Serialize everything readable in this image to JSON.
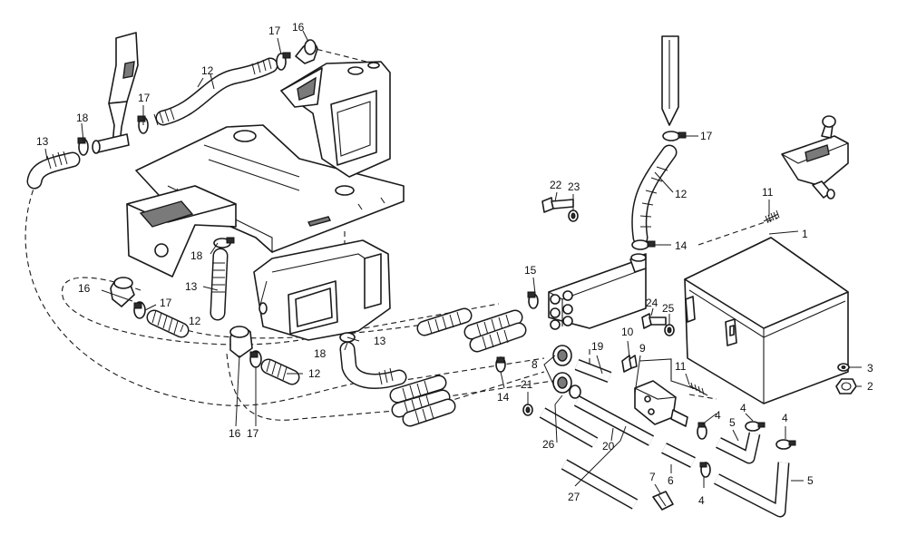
{
  "diagram": {
    "callouts": [
      {
        "id": "c1",
        "text": "1"
      },
      {
        "id": "c2",
        "text": "2"
      },
      {
        "id": "c3",
        "text": "3"
      },
      {
        "id": "c4a",
        "text": "4"
      },
      {
        "id": "c4b",
        "text": "4"
      },
      {
        "id": "c4c",
        "text": "4"
      },
      {
        "id": "c4d",
        "text": "4"
      },
      {
        "id": "c5a",
        "text": "5"
      },
      {
        "id": "c5b",
        "text": "5"
      },
      {
        "id": "c6",
        "text": "6"
      },
      {
        "id": "c7",
        "text": "7"
      },
      {
        "id": "c8",
        "text": "8"
      },
      {
        "id": "c9",
        "text": "9"
      },
      {
        "id": "c10",
        "text": "10"
      },
      {
        "id": "c11a",
        "text": "11"
      },
      {
        "id": "c11b",
        "text": "11"
      },
      {
        "id": "c12a",
        "text": "12"
      },
      {
        "id": "c12b",
        "text": "12"
      },
      {
        "id": "c12c",
        "text": "12"
      },
      {
        "id": "c12d",
        "text": "12"
      },
      {
        "id": "c13a",
        "text": "13"
      },
      {
        "id": "c13b",
        "text": "13"
      },
      {
        "id": "c13c",
        "text": "13"
      },
      {
        "id": "c14a",
        "text": "14"
      },
      {
        "id": "c14b",
        "text": "14"
      },
      {
        "id": "c15",
        "text": "15"
      },
      {
        "id": "c16a",
        "text": "16"
      },
      {
        "id": "c16b",
        "text": "16"
      },
      {
        "id": "c16c",
        "text": "16"
      },
      {
        "id": "c17a",
        "text": "17"
      },
      {
        "id": "c17b",
        "text": "17"
      },
      {
        "id": "c17c",
        "text": "17"
      },
      {
        "id": "c17d",
        "text": "17"
      },
      {
        "id": "c17e",
        "text": "17"
      },
      {
        "id": "c18a",
        "text": "18"
      },
      {
        "id": "c18b",
        "text": "18"
      },
      {
        "id": "c18c",
        "text": "18"
      },
      {
        "id": "c19",
        "text": "19"
      },
      {
        "id": "c20",
        "text": "20"
      },
      {
        "id": "c21",
        "text": "21"
      },
      {
        "id": "c22",
        "text": "22"
      },
      {
        "id": "c23",
        "text": "23"
      },
      {
        "id": "c24",
        "text": "24"
      },
      {
        "id": "c25",
        "text": "25"
      },
      {
        "id": "c26",
        "text": "26"
      },
      {
        "id": "c27",
        "text": "27"
      }
    ]
  }
}
